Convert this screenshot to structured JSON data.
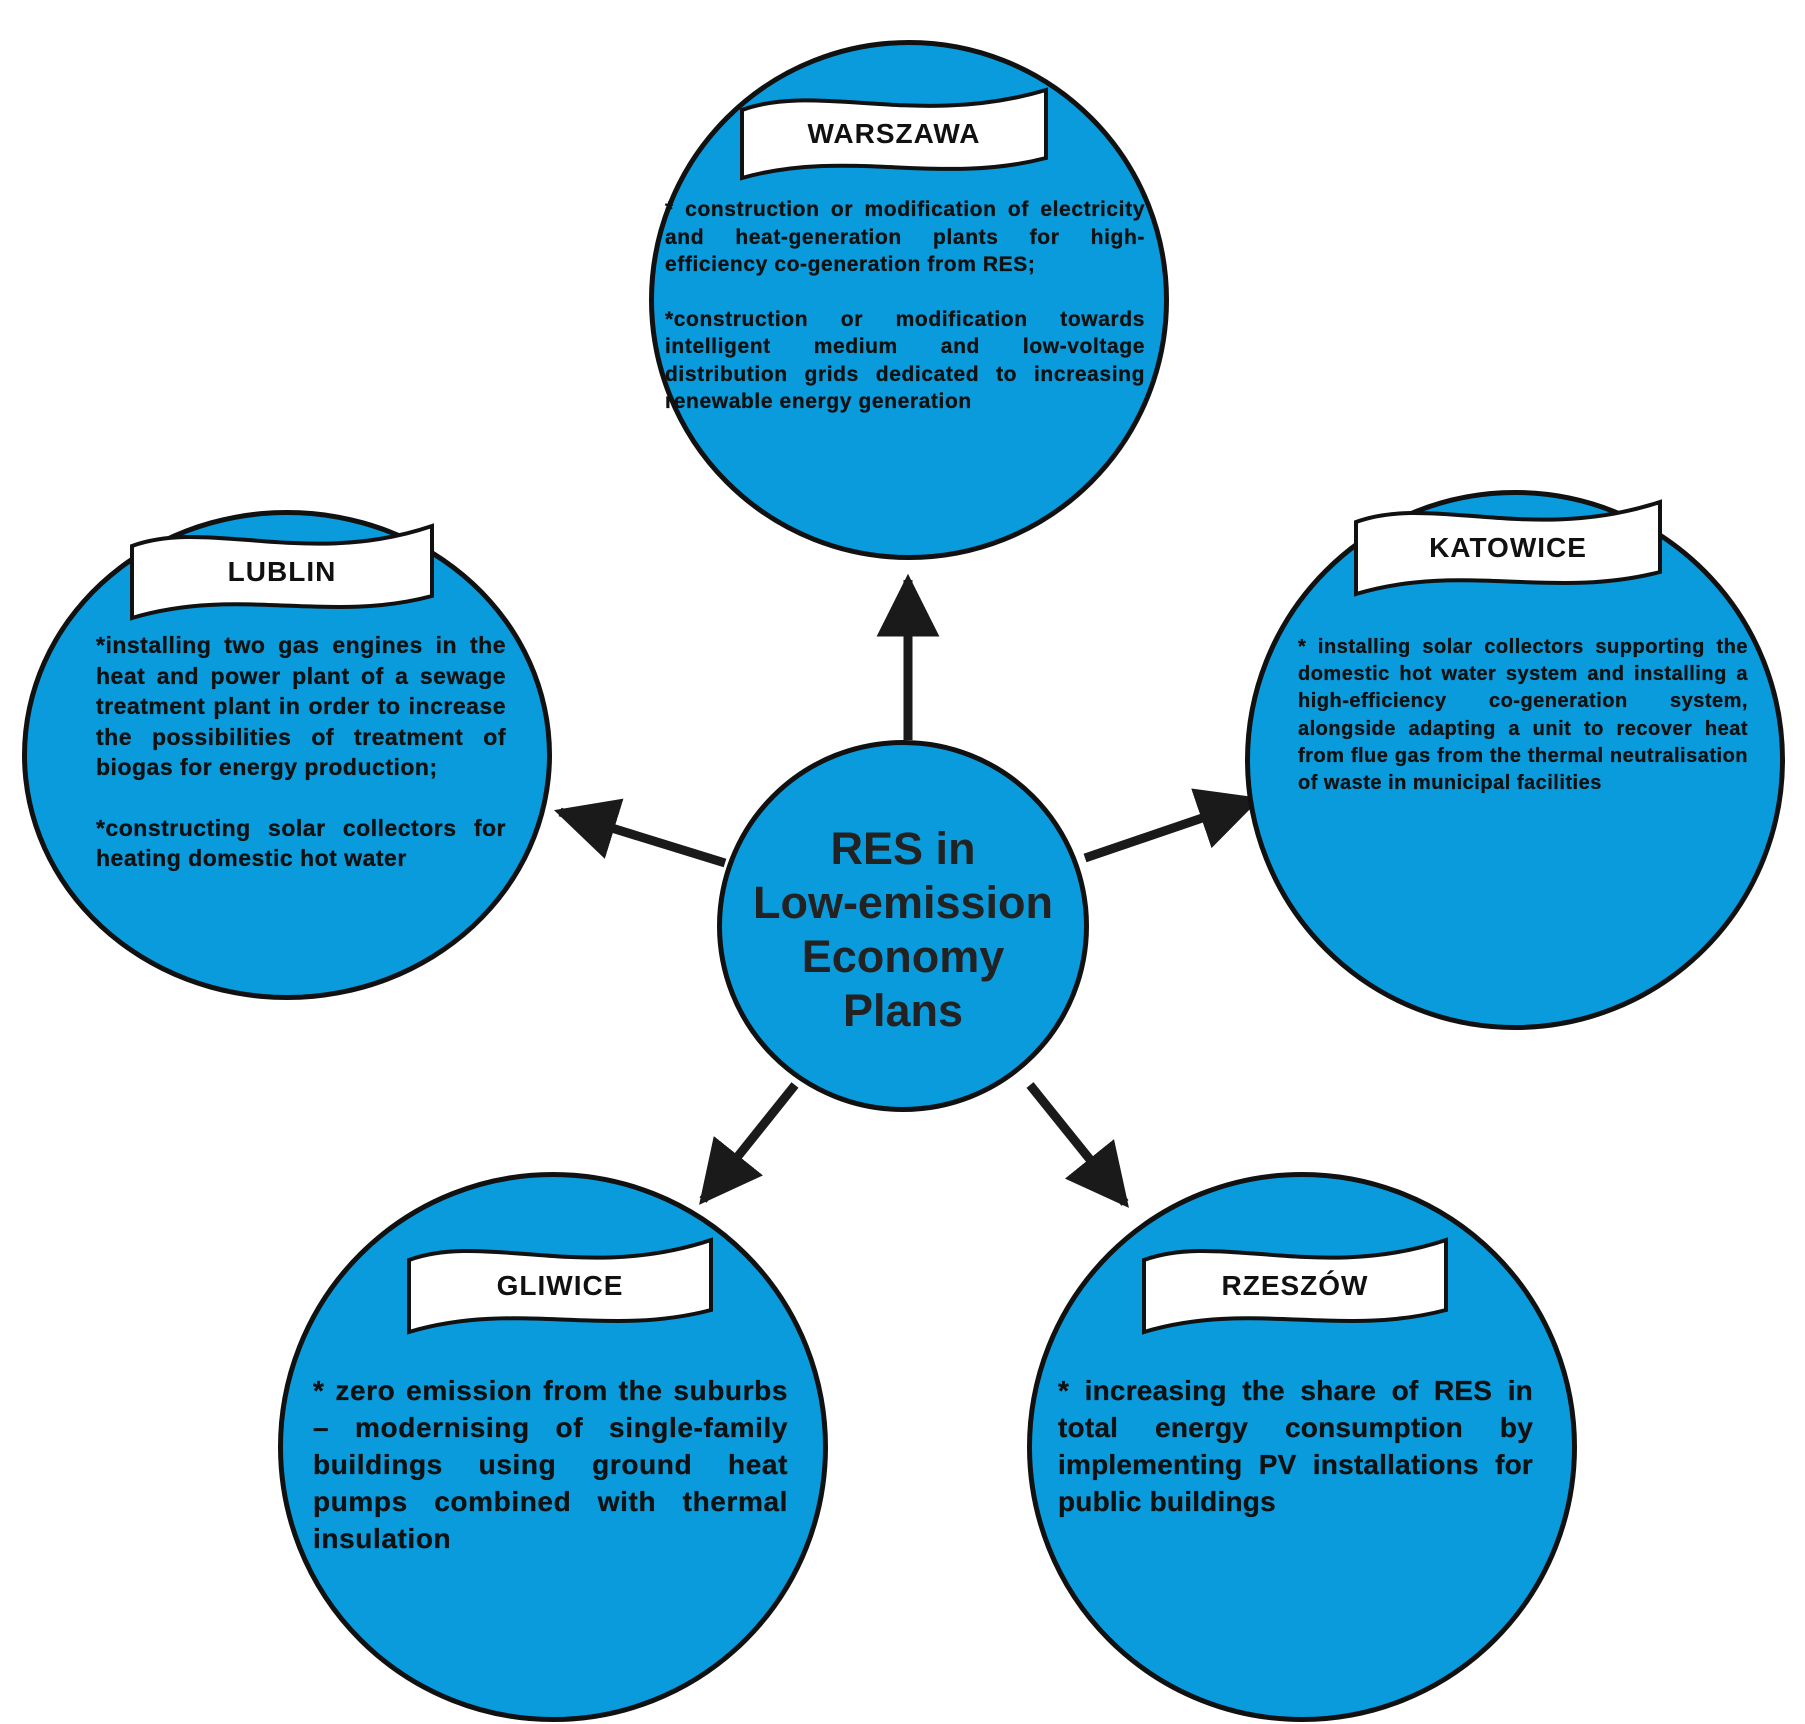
{
  "center": {
    "title_lines": [
      "RES in",
      "Low-emission",
      "Economy",
      "Plans"
    ]
  },
  "cities": {
    "warszawa": {
      "name": "WARSZAWA",
      "items": [
        "* construction or modification of electricity and heat-generation plants for high-efficiency co-generation from RES;",
        "*construction or modification towards intelligent medium and low-voltage distribution grids dedicated to increasing renewable energy generation"
      ]
    },
    "lublin": {
      "name": "LUBLIN",
      "items": [
        "*installing two gas engines in the heat and power plant of a sewage treatment plant in order to increase the possibilities of treatment of biogas for energy production;",
        "*constructing solar collectors for heating domestic hot water"
      ]
    },
    "katowice": {
      "name": "KATOWICE",
      "items": [
        "* installing solar collectors supporting the domestic hot water system and installing a high-efficiency co-generation system, alongside adapting a unit to recover heat from flue gas from the thermal neutralisation of waste in municipal facilities"
      ]
    },
    "gliwice": {
      "name": "GLIWICE",
      "items": [
        "* zero emission from the suburbs – modernising of single-family buildings using ground heat pumps combined with thermal insulation"
      ]
    },
    "rzeszow": {
      "name": "RZESZÓW",
      "items": [
        "* increasing the share of RES in total energy consumption by implementing PV installations for public buildings"
      ]
    }
  },
  "colors": {
    "circle_fill": "#0a9bdc",
    "outline": "#111111",
    "banner_fill": "#ffffff"
  }
}
